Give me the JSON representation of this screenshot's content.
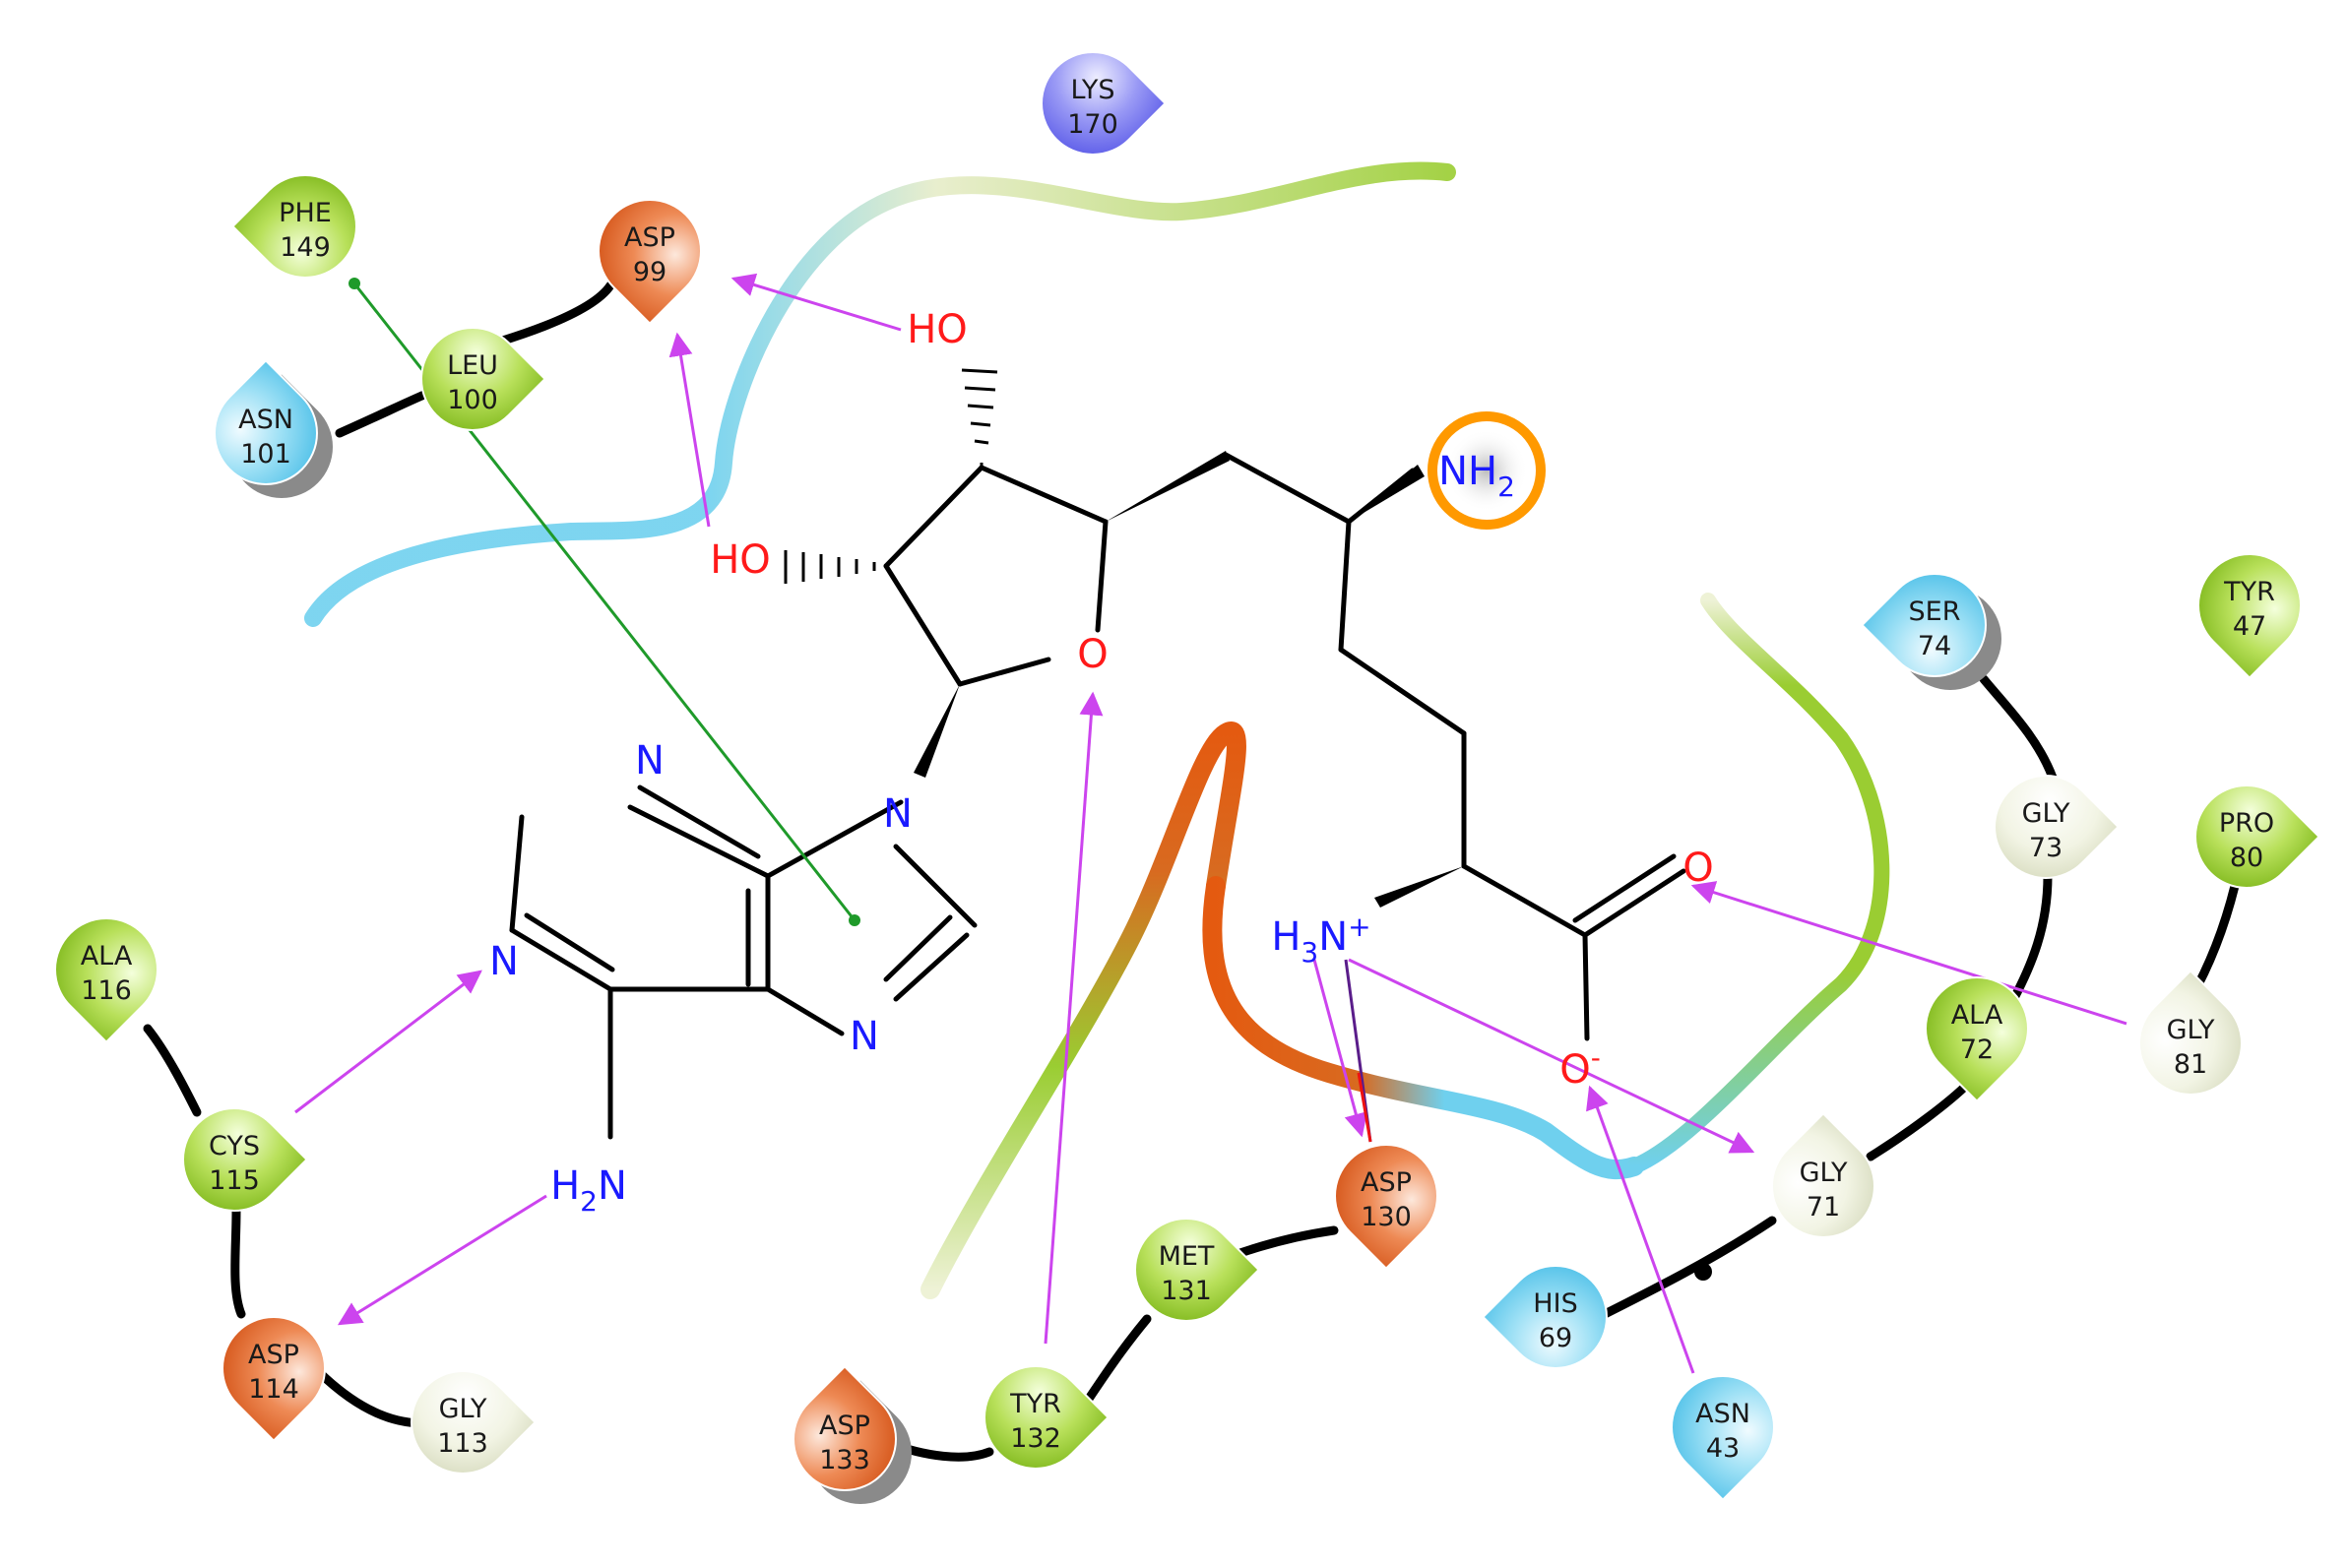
{
  "residues": [
    {
      "name": "LYS",
      "num": "170",
      "kind": "basic"
    },
    {
      "name": "PHE",
      "num": "149",
      "kind": "hydrophobic"
    },
    {
      "name": "ASP",
      "num": "99",
      "kind": "acidic"
    },
    {
      "name": "LEU",
      "num": "100",
      "kind": "hydrophobic"
    },
    {
      "name": "ASN",
      "num": "101",
      "kind": "polar"
    },
    {
      "name": "ALA",
      "num": "116",
      "kind": "hydrophobic"
    },
    {
      "name": "CYS",
      "num": "115",
      "kind": "hydrophobic"
    },
    {
      "name": "ASP",
      "num": "114",
      "kind": "acidic"
    },
    {
      "name": "GLY",
      "num": "113",
      "kind": "glycine"
    },
    {
      "name": "ASP",
      "num": "133",
      "kind": "acidic"
    },
    {
      "name": "TYR",
      "num": "132",
      "kind": "hydrophobic"
    },
    {
      "name": "MET",
      "num": "131",
      "kind": "hydrophobic"
    },
    {
      "name": "ASP",
      "num": "130",
      "kind": "acidic"
    },
    {
      "name": "HIS",
      "num": "69",
      "kind": "polar"
    },
    {
      "name": "ASN",
      "num": "43",
      "kind": "polar"
    },
    {
      "name": "GLY",
      "num": "71",
      "kind": "glycine"
    },
    {
      "name": "ALA",
      "num": "72",
      "kind": "hydrophobic"
    },
    {
      "name": "GLY",
      "num": "73",
      "kind": "glycine"
    },
    {
      "name": "SER",
      "num": "74",
      "kind": "polar"
    },
    {
      "name": "TYR",
      "num": "47",
      "kind": "hydrophobic"
    },
    {
      "name": "PRO",
      "num": "80",
      "kind": "hydrophobic"
    },
    {
      "name": "GLY",
      "num": "81",
      "kind": "glycine"
    }
  ],
  "atoms": {
    "ho_top": "HO",
    "ho_left": "HO",
    "ring_o": "O",
    "nh2": "NH",
    "nh2_sub": "2",
    "n_purine_top": "N",
    "n_purine_left": "N",
    "n_imid_top": "N",
    "n_imid_bottom": "N",
    "h2n_h": "H",
    "h2n_sub": "2",
    "h2n_n": "N",
    "h3n_h": "H",
    "h3n_sub": "3",
    "h3n_n": "N",
    "h3n_charge": "+",
    "carbonyl_o": "O",
    "carboxylate_o": "O",
    "carboxylate_charge": "-"
  },
  "colors": {
    "hydrophobic": "#9acd32",
    "acidic": "#e8642b",
    "basic": "#7878f0",
    "polar": "#6fd0ee",
    "glycine": "#ecefd9",
    "hbond": "#cc44ee",
    "pi_pi": "#1f9a2a",
    "heteroatom_n": "#1a1aff",
    "heteroatom_o": "#ff1a1a",
    "highlight_ring": "#ff9900"
  }
}
